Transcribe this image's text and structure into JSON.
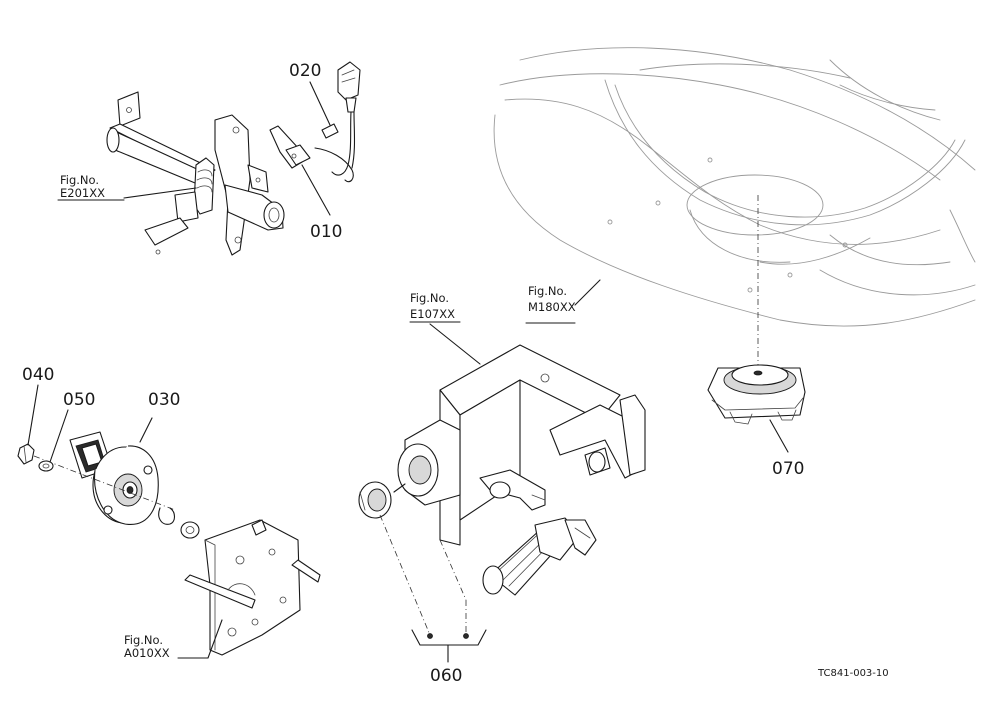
{
  "callouts": {
    "p010": "010",
    "p020": "020",
    "p030": "030",
    "p040": "040",
    "p050": "050",
    "p060": "060",
    "p070": "070"
  },
  "figure_refs": {
    "e201": {
      "label": "Fig.No.",
      "code": "E201XX"
    },
    "e107": {
      "label": "Fig.No.",
      "code": "E107XX"
    },
    "m180": {
      "label": "Fig.No.",
      "code": "M180XX"
    },
    "a010": {
      "label": "Fig.No.",
      "code": "A010XX"
    }
  },
  "drawing_code": "TC841-003-10"
}
